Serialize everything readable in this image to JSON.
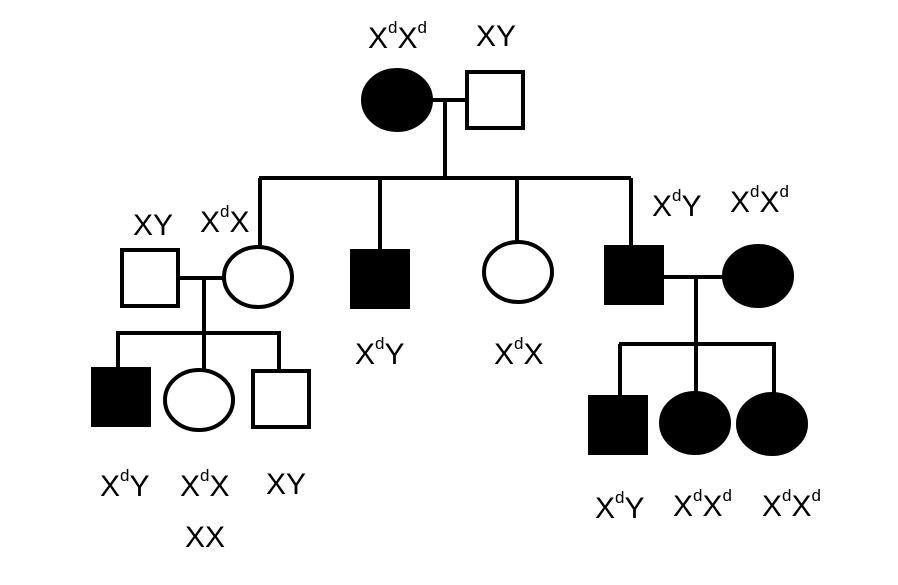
{
  "colors": {
    "affected": "#000000",
    "unaffected": "#ffffff",
    "line": "#000000"
  },
  "individuals": [
    {
      "id": "g1_mother",
      "sex": "female",
      "affected": true,
      "genotype": [
        [
          "X",
          "d"
        ],
        [
          "X",
          "d"
        ]
      ]
    },
    {
      "id": "g1_father",
      "sex": "male",
      "affected": false,
      "genotype": [
        [
          "XY",
          ""
        ]
      ]
    },
    {
      "id": "g2_in_law_male",
      "sex": "male",
      "affected": false,
      "genotype": [
        [
          "XY",
          ""
        ]
      ]
    },
    {
      "id": "g2_daughter1",
      "sex": "female",
      "affected": false,
      "genotype": [
        [
          "X",
          "d"
        ],
        [
          "X",
          ""
        ]
      ]
    },
    {
      "id": "g2_son1",
      "sex": "male",
      "affected": true,
      "genotype": [
        [
          "X",
          "d"
        ],
        [
          "Y",
          ""
        ]
      ]
    },
    {
      "id": "g2_daughter2",
      "sex": "female",
      "affected": false,
      "genotype": [
        [
          "X",
          "d"
        ],
        [
          "X",
          ""
        ]
      ]
    },
    {
      "id": "g2_son2",
      "sex": "male",
      "affected": true,
      "genotype": [
        [
          "X",
          "d"
        ],
        [
          "Y",
          ""
        ]
      ]
    },
    {
      "id": "g2_in_law_female",
      "sex": "female",
      "affected": true,
      "genotype": [
        [
          "X",
          "d"
        ],
        [
          "X",
          "d"
        ]
      ]
    },
    {
      "id": "g3a_son",
      "sex": "male",
      "affected": true,
      "genotype": [
        [
          "X",
          "d"
        ],
        [
          "Y",
          ""
        ]
      ]
    },
    {
      "id": "g3a_daughter",
      "sex": "female",
      "affected": false,
      "genotype": [
        [
          "X",
          "d"
        ],
        [
          "X",
          ""
        ]
      ],
      "alt_genotype": "XX"
    },
    {
      "id": "g3a_son2",
      "sex": "male",
      "affected": false,
      "genotype": [
        [
          "XY",
          ""
        ]
      ]
    },
    {
      "id": "g3b_son",
      "sex": "male",
      "affected": true,
      "genotype": [
        [
          "X",
          "d"
        ],
        [
          "Y",
          ""
        ]
      ]
    },
    {
      "id": "g3b_daughter1",
      "sex": "female",
      "affected": true,
      "genotype": [
        [
          "X",
          "d"
        ],
        [
          "X",
          "d"
        ]
      ]
    },
    {
      "id": "g3b_daughter2",
      "sex": "female",
      "affected": true,
      "genotype": [
        [
          "X",
          "d"
        ],
        [
          "X",
          "d"
        ]
      ]
    }
  ]
}
